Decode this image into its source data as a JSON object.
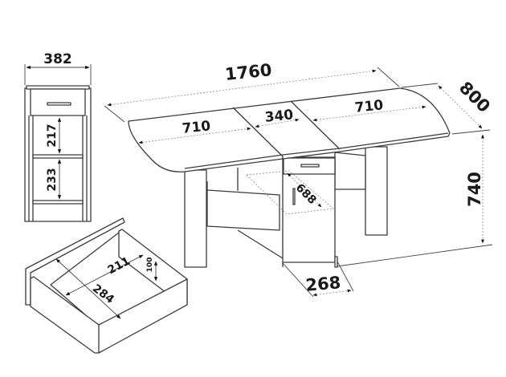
{
  "dimensions": {
    "overall_length": "1760",
    "depth": "800",
    "height": "740",
    "left_leaf": "710",
    "center_section": "340",
    "right_leaf": "710",
    "drawer_open_depth": "688",
    "cabinet_depth": "268",
    "cabinet_width": "382",
    "upper_shelf_height": "217",
    "lower_shelf_height": "233",
    "drawer_inner_width": "211",
    "drawer_inner_length": "284",
    "drawer_inner_height": "100"
  }
}
